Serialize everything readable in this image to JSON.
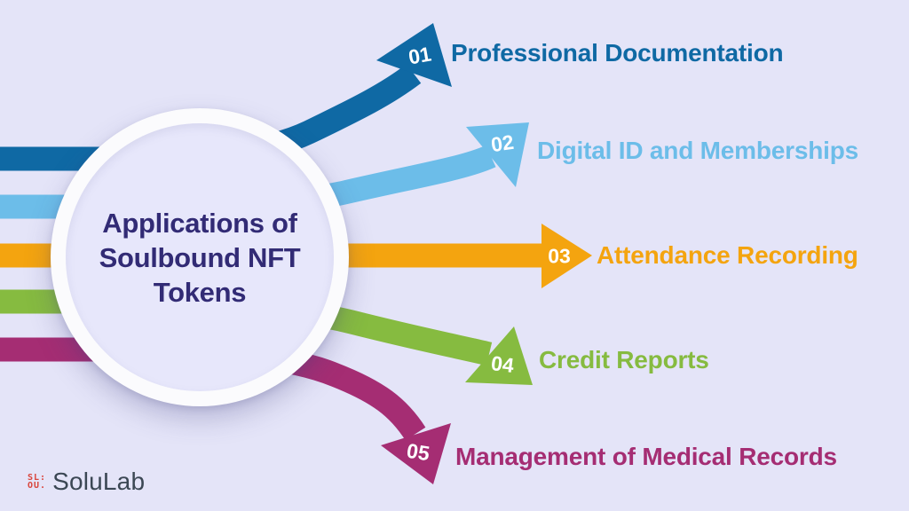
{
  "background": "#e4e4f8",
  "title": {
    "line1": "Applications of",
    "line2": "Soulbound NFT",
    "line3": "Tokens",
    "color": "#322b75"
  },
  "arrows": [
    {
      "number": "01",
      "label": "Professional Documentation",
      "color": "#0f69a4"
    },
    {
      "number": "02",
      "label": "Digital ID and Memberships",
      "color": "#6cbde9"
    },
    {
      "number": "03",
      "label": "Attendance Recording",
      "color": "#f4a40f"
    },
    {
      "number": "04",
      "label": "Credit Reports",
      "color": "#86bb40"
    },
    {
      "number": "05",
      "label": "Management of Medical Records",
      "color": "#a52d73"
    }
  ],
  "footer": {
    "brand": "SoluLab",
    "brand_color": "#3b4754",
    "logo_color": "#d9453c",
    "logo_mark_top": "SL:",
    "logo_mark_bottom": "OU."
  }
}
